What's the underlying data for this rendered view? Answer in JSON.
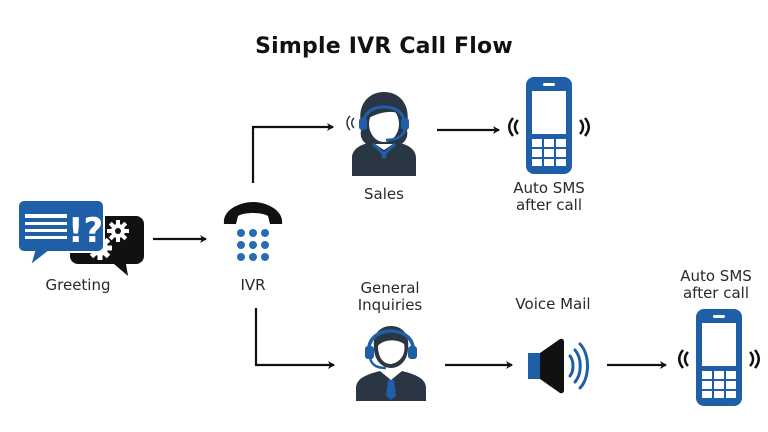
{
  "title": "Simple IVR Call Flow",
  "colors": {
    "blue": "#1f5fa8",
    "dark": "#2b3644",
    "black": "#111111",
    "dots": "#2a6bb5"
  },
  "nodes": {
    "greeting": {
      "label": "Greeting",
      "icon": "chat-bubbles-gears-icon"
    },
    "ivr": {
      "label": "IVR",
      "icon": "telephone-keypad-icon"
    },
    "sales": {
      "label": "Sales",
      "icon": "female-agent-headset-icon"
    },
    "sms_top": {
      "label_line1": "Auto SMS",
      "label_line2": "after call",
      "icon": "mobile-phone-ringing-icon"
    },
    "general": {
      "label_line1": "General",
      "label_line2": "Inquiries",
      "icon": "male-agent-headset-icon"
    },
    "voicemail": {
      "label": "Voice Mail",
      "icon": "speaker-icon"
    },
    "sms_bottom": {
      "label_line1": "Auto SMS",
      "label_line2": "after call",
      "icon": "mobile-phone-ringing-icon"
    }
  },
  "edges": [
    {
      "from": "Greeting",
      "to": "IVR"
    },
    {
      "from": "IVR",
      "to": "Sales"
    },
    {
      "from": "Sales",
      "to": "Auto SMS after call"
    },
    {
      "from": "IVR",
      "to": "General Inquiries"
    },
    {
      "from": "General Inquiries",
      "to": "Voice Mail"
    },
    {
      "from": "Voice Mail",
      "to": "Auto SMS after call"
    }
  ]
}
